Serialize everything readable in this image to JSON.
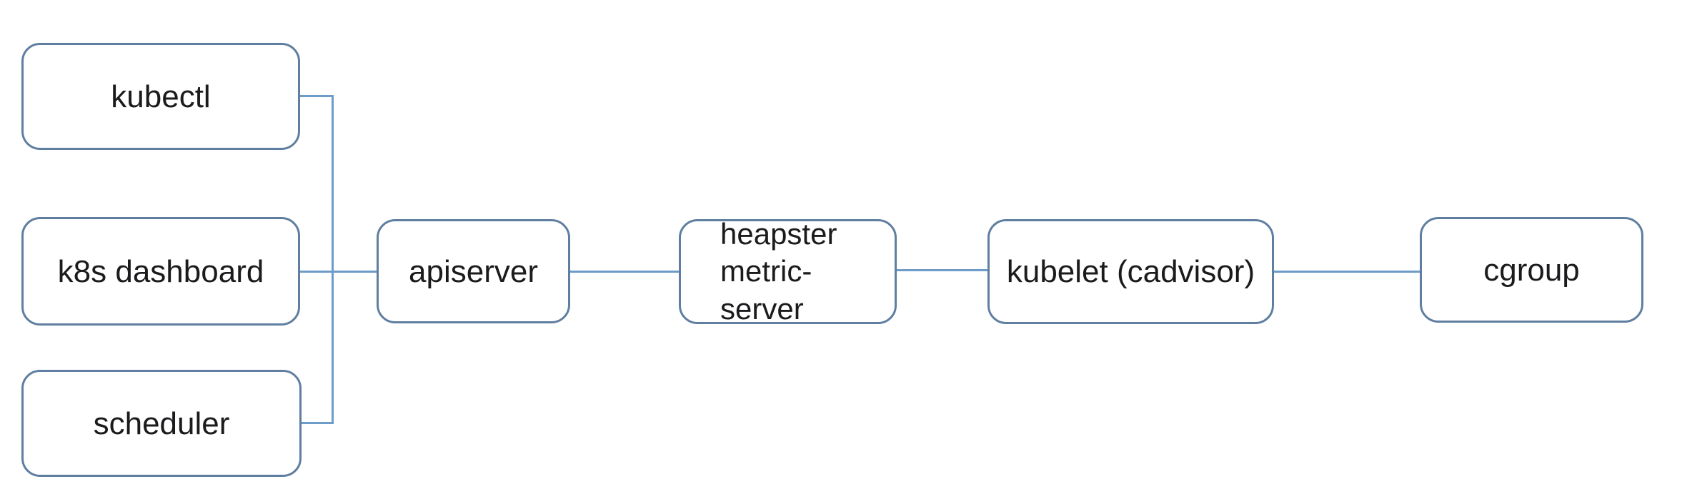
{
  "diagram": {
    "description": "Kubernetes metrics pipeline flow diagram",
    "background_color": "#ffffff",
    "box_border_color": "#5f7ea0",
    "connector_color": "#6d9cc8",
    "text_color": "#1b1b1d",
    "nodes": [
      {
        "id": "kubectl",
        "label": "kubectl"
      },
      {
        "id": "k8s-dashboard",
        "label": "k8s dashboard"
      },
      {
        "id": "scheduler",
        "label": "scheduler"
      },
      {
        "id": "apiserver",
        "label": "apiserver"
      },
      {
        "id": "heapster-metric-server",
        "label": "heapster\nmetric-server"
      },
      {
        "id": "kubelet-cadvisor",
        "label": "kubelet (cadvisor)"
      },
      {
        "id": "cgroup",
        "label": "cgroup"
      }
    ],
    "edges": [
      {
        "from": "kubectl",
        "to": "apiserver"
      },
      {
        "from": "k8s-dashboard",
        "to": "apiserver"
      },
      {
        "from": "scheduler",
        "to": "apiserver"
      },
      {
        "from": "apiserver",
        "to": "heapster-metric-server"
      },
      {
        "from": "heapster-metric-server",
        "to": "kubelet-cadvisor"
      },
      {
        "from": "kubelet-cadvisor",
        "to": "cgroup"
      }
    ]
  }
}
